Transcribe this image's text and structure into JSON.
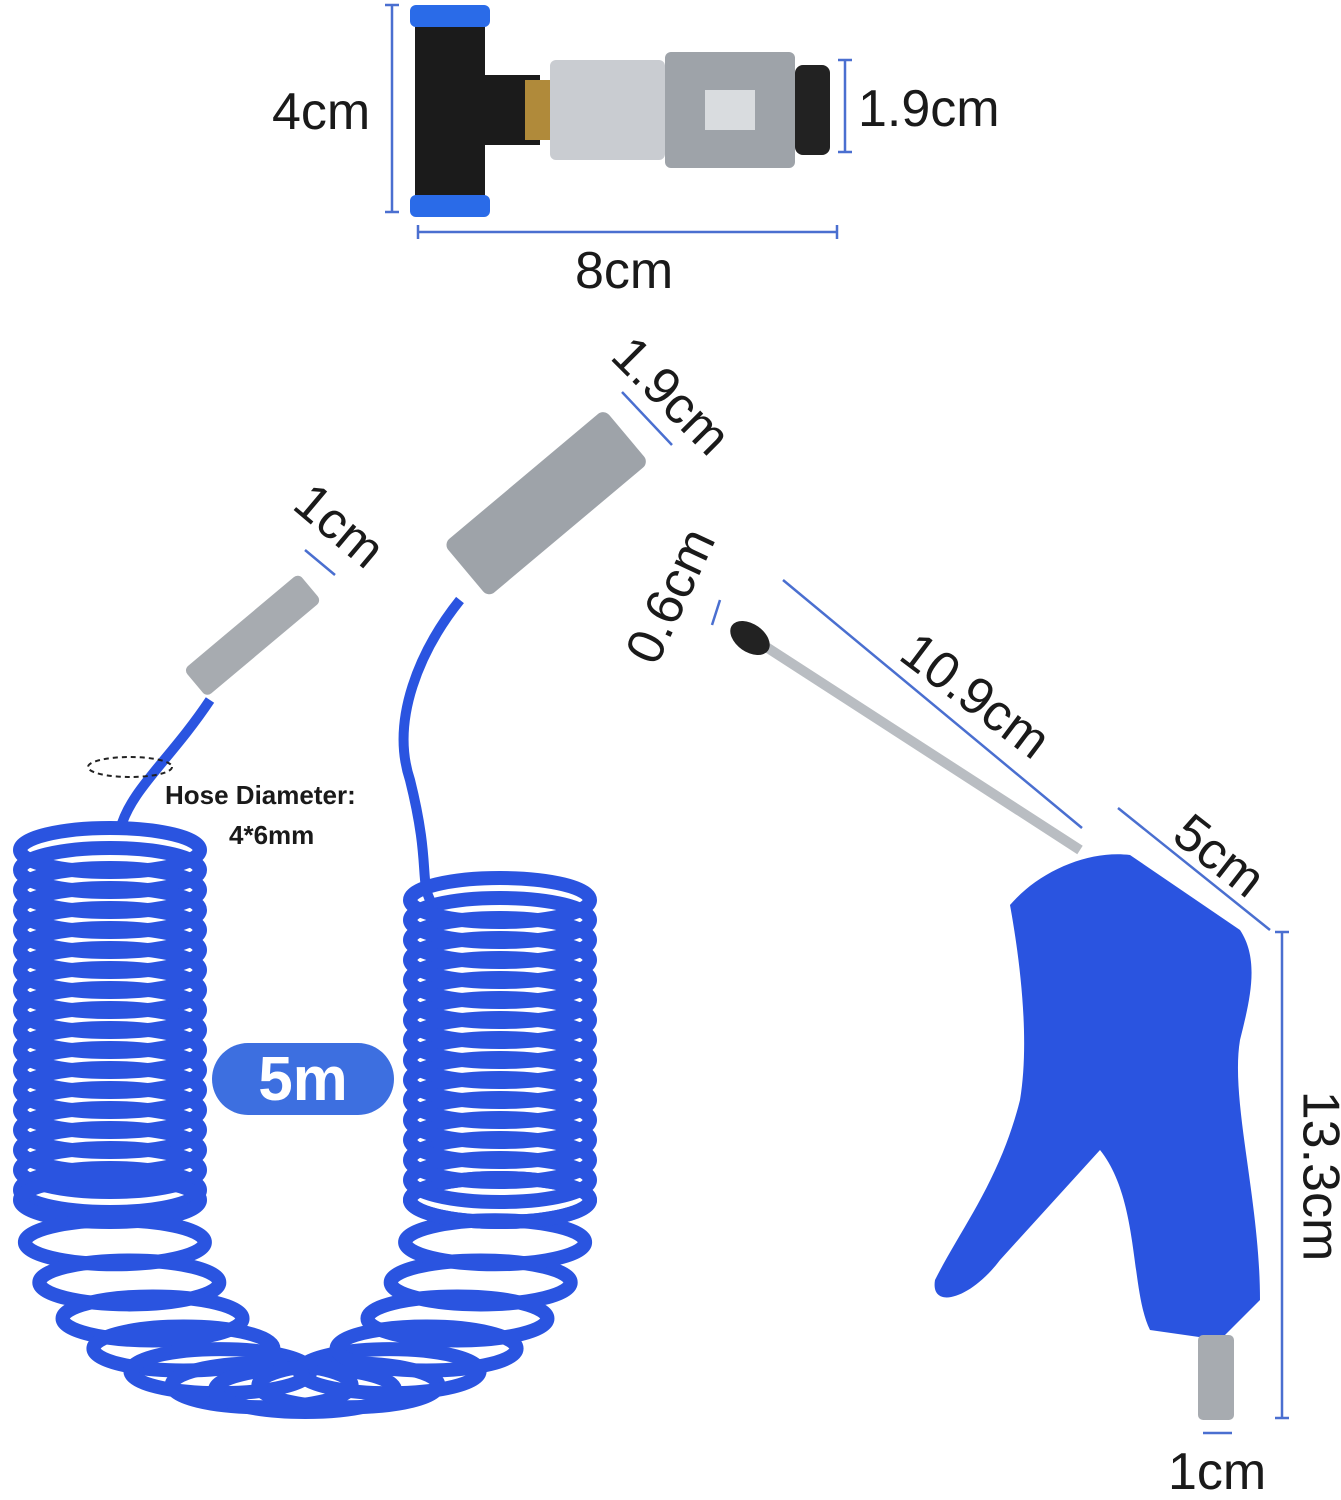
{
  "colors": {
    "hose": "#2a54e0",
    "dimension_line": "#4a6fd0",
    "text": "#1a1a1a",
    "badge": "#3d6fe0"
  },
  "tee_fitting": {
    "height": "4cm",
    "connector_diameter": "1.9cm",
    "length": "8cm"
  },
  "hose": {
    "coupler_diameter": "1.9cm",
    "plug_diameter": "1cm",
    "hose_diameter_label": "Hose Diameter:",
    "hose_diameter_value": "4*6mm",
    "length_badge": "5m"
  },
  "blow_gun": {
    "nozzle_tip": "0.6cm",
    "nozzle_length": "10.9cm",
    "head_width": "5cm",
    "height": "13.3cm",
    "plug_diameter": "1cm"
  }
}
